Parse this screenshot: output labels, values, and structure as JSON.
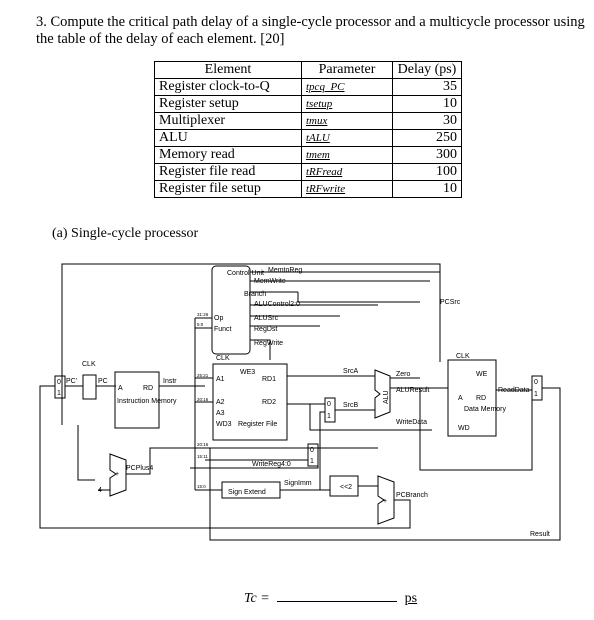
{
  "question": {
    "text": "3. Compute the critical path delay of a single-cycle processor and a multicycle processor using the table of the delay of each element. [20]"
  },
  "table": {
    "headers": [
      "Element",
      "Parameter",
      "Delay (ps)"
    ],
    "rows": [
      {
        "element": "Register clock-to-Q",
        "parameter": "tpcq_PC",
        "delay": "35"
      },
      {
        "element": "Register setup",
        "parameter": "tsetup",
        "delay": "10"
      },
      {
        "element": "Multiplexer",
        "parameter": "tmux",
        "delay": "30"
      },
      {
        "element": "ALU",
        "parameter": "tALU",
        "delay": "250"
      },
      {
        "element": "Memory read",
        "parameter": "tmem",
        "delay": "300"
      },
      {
        "element": "Register file read",
        "parameter": "tRFread",
        "delay": "100"
      },
      {
        "element": "Register file setup",
        "parameter": "tRFwrite",
        "delay": "10"
      }
    ]
  },
  "part_a": {
    "label": "(a) Single-cycle processor"
  },
  "diagram": {
    "control_unit": "Control Unit",
    "control_signals": [
      "MemtoReg",
      "MemWrite",
      "Branch",
      "ALUControl2:0",
      "ALUSrc",
      "RegDst",
      "RegWrite"
    ],
    "op": "Op",
    "funct": "Funct",
    "bits": [
      "31:26",
      "5:0",
      "25:21",
      "20:16",
      "20:16",
      "15:11",
      "15:0"
    ],
    "pcsrc": "PCSrc",
    "clk": "CLK",
    "pc_prime": "PC'",
    "pc": "PC",
    "instr_mem": {
      "a": "A",
      "rd": "RD",
      "name": "Instruction Memory",
      "out": "Instr"
    },
    "regfile": {
      "we3": "WE3",
      "a1": "A1",
      "a2": "A2",
      "a3": "A3",
      "wd3": "WD3",
      "rd1": "RD1",
      "rd2": "RD2",
      "name": "Register File"
    },
    "srca": "SrcA",
    "srcb": "SrcB",
    "alu": "ALU",
    "zero": "Zero",
    "aluresult": "ALUResult",
    "writedata": "WriteData",
    "datamem": {
      "we": "WE",
      "a": "A",
      "rd": "RD",
      "wd": "WD",
      "name": "Data Memory"
    },
    "readdata": "ReadData",
    "writereg": "WriteReg4:0",
    "signimm": "SignImm",
    "sign_extend": "Sign Extend",
    "shift": "<<2",
    "pcplus4": "PCPlus4",
    "four": "4",
    "pcbranch": "PCBranch",
    "result": "Result",
    "plus": "+",
    "mux0": "0",
    "mux1": "1"
  },
  "answer": {
    "label": "Tc =",
    "unit": "ps"
  }
}
